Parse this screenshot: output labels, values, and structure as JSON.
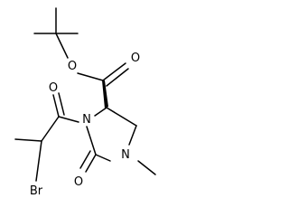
{
  "molecule": {
    "atoms": {
      "ester_o": "O",
      "carbonyl_o_ester": "O",
      "n3": "N",
      "n1": "N",
      "acyl_o": "O",
      "urea_o": "O",
      "br": "Br"
    }
  },
  "colors": {
    "bond": "#000000",
    "label": "#000000",
    "background": "#ffffff"
  }
}
